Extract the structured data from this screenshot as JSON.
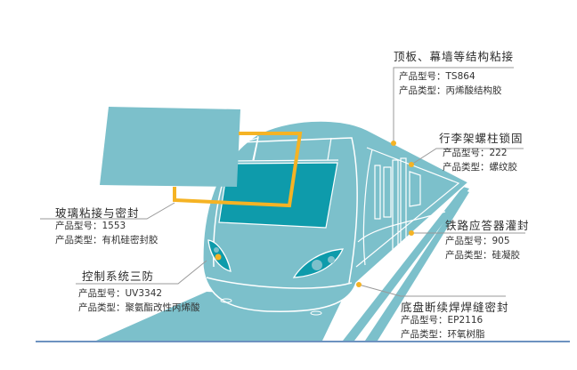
{
  "colors": {
    "train": "#7cc0cb",
    "window": "#0e9bab",
    "accent": "#f5b324",
    "leader": "#999999",
    "baseline": "#3d6fab"
  },
  "field_labels": {
    "model": "产品型号：",
    "type": "产品类型："
  },
  "callouts": [
    {
      "title": "顶板、幕墙等结构粘接",
      "model": "TS864",
      "type": "丙烯酸结构胶"
    },
    {
      "title": "行李架螺柱锁固",
      "model": "222",
      "type": "螺纹胶"
    },
    {
      "title": "铁路应答器灌封",
      "model": "905",
      "type": "硅凝胶"
    },
    {
      "title": "底盘断续焊焊缝密封",
      "model": "EP2116",
      "type": "环氧树脂"
    },
    {
      "title": "玻璃粘接与密封",
      "model": "1553",
      "type": "有机硅密封胶"
    },
    {
      "title": "控制系统三防",
      "model": "UV3342",
      "type": "聚氨酯改性丙烯酸"
    }
  ]
}
